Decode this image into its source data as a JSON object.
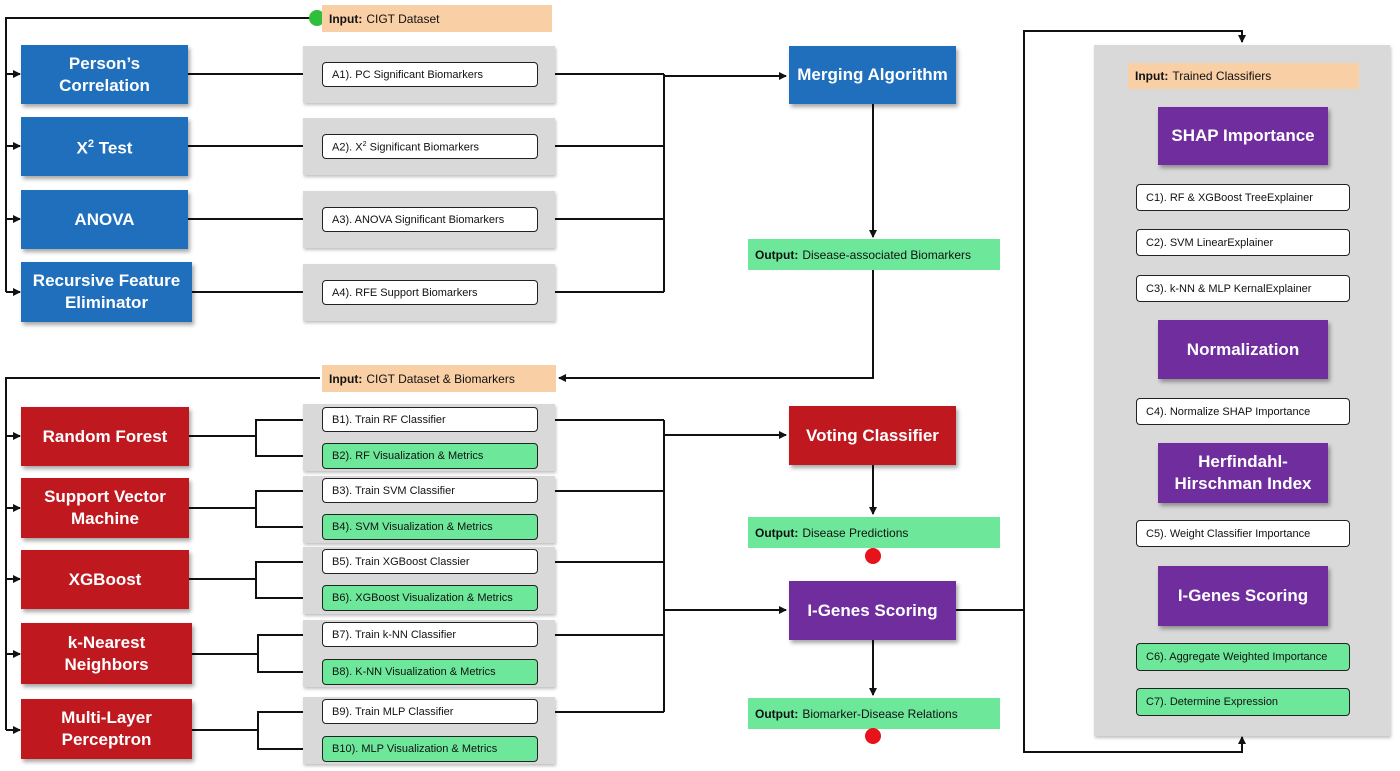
{
  "inputs": {
    "dataset": {
      "key": "Input:",
      "text": "CIGT Dataset"
    },
    "dataset_biomarkers": {
      "key": "Input:",
      "text": "CIGT Dataset & Biomarkers"
    },
    "trained_classifiers": {
      "key": "Input:",
      "text": "Trained Classifiers"
    }
  },
  "selection_methods": [
    {
      "label": "Person’s Correlation"
    },
    {
      "label": "X",
      "sup": "2",
      "suffix": " Test"
    },
    {
      "label": "ANOVA"
    },
    {
      "label": "Recursive Feature Eliminator"
    }
  ],
  "selection_steps": [
    {
      "label": "A1). PC Significant Biomarkers"
    },
    {
      "label": "A2). X",
      "sup": "2",
      "suffix": " Significant Biomarkers"
    },
    {
      "label": "A3). ANOVA Significant Biomarkers"
    },
    {
      "label": "A4). RFE Support Biomarkers"
    }
  ],
  "classifiers": [
    {
      "label": "Random Forest"
    },
    {
      "label": "Support Vector Machine"
    },
    {
      "label": "XGBoost"
    },
    {
      "label": "k-Nearest Neighbors"
    },
    {
      "label": "Multi-Layer Perceptron"
    }
  ],
  "classifier_steps": [
    {
      "train": "B1). Train RF Classifier",
      "viz": "B2). RF Visualization & Metrics"
    },
    {
      "train": "B3). Train SVM Classifier",
      "viz": "B4). SVM Visualization & Metrics"
    },
    {
      "train": "B5). Train XGBoost Classier",
      "viz": "B6). XGBoost Visualization & Metrics"
    },
    {
      "train": "B7). Train k-NN Classifier",
      "viz": "B8). K-NN Visualization & Metrics"
    },
    {
      "train": "B9). Train MLP Classifier",
      "viz": "B10). MLP Visualization & Metrics"
    }
  ],
  "center": {
    "merging": "Merging Algorithm",
    "voting": "Voting Classifier",
    "igenes": "I-Genes Scoring"
  },
  "outputs": {
    "biomarkers": {
      "key": "Output:",
      "text": "Disease-associated Biomarkers"
    },
    "predictions": {
      "key": "Output:",
      "text": "Disease Predictions"
    },
    "relations": {
      "key": "Output:",
      "text": "Biomarker-Disease Relations"
    }
  },
  "right_panel": {
    "shap": "SHAP Importance",
    "normalization": "Normalization",
    "hhi": "Herfindahl-Hirschman Index",
    "igenes": "I-Genes Scoring",
    "steps": {
      "c1": "C1). RF & XGBoost TreeExplainer",
      "c2": "C2). SVM LinearExplainer",
      "c3": "C3). k-NN & MLP KernalExplainer",
      "c4": "C4). Normalize SHAP Importance",
      "c5": "C5). Weight Classifier Importance",
      "c6": "C6). Aggregate Weighted Importance",
      "c7": "C7). Determine Expression"
    }
  },
  "colors": {
    "blue": "#1f6fbd",
    "red": "#c0181f",
    "purple": "#6f2d9e",
    "green": "#6de89a",
    "peach": "#f9cfa5",
    "start_dot": "#2fbf3a",
    "end_dot": "#e8121b"
  }
}
